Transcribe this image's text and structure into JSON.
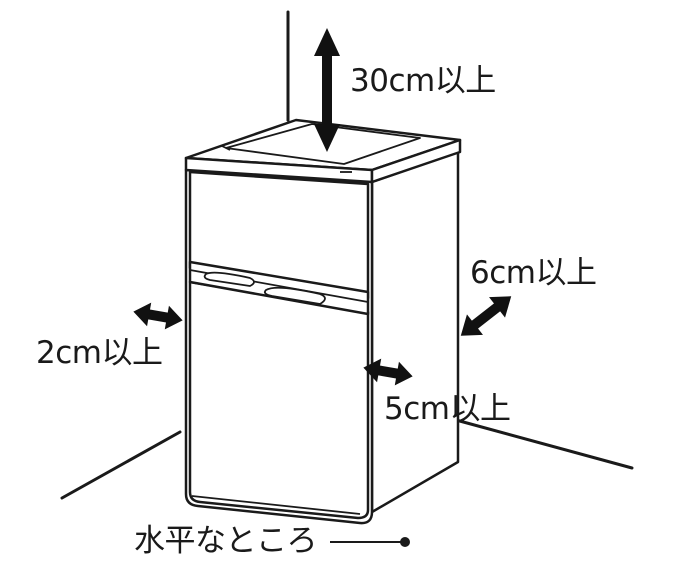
{
  "clearances": {
    "top": "30cm以上",
    "back": "6cm以上",
    "left": "2cm以上",
    "right": "5cm以上"
  },
  "floor_label": "水平なところ",
  "colors": {
    "line": "#1a1a1a",
    "arrow": "#111111",
    "fridge_fill": "#ffffff",
    "shadow": "#e9e9e9"
  }
}
